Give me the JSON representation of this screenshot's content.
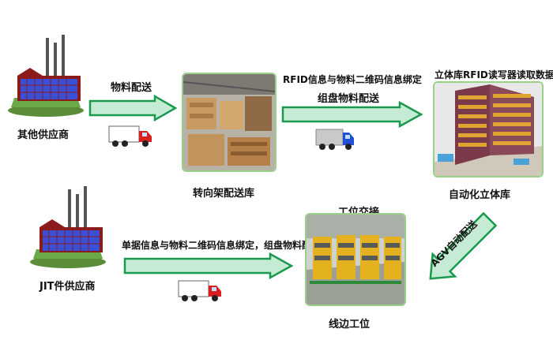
{
  "nodes": {
    "other_supplier": "其他供应商",
    "transfer_warehouse": "转向架配送库",
    "auto_warehouse": "自动化立体库",
    "jit_supplier": "JIT件供应商",
    "line_station": "线边工位",
    "station_handover": "工位交接"
  },
  "arrows": {
    "material_delivery": "物料配送",
    "rfid_binding": "RFID信息与物料二维码信息绑定",
    "group_delivery": "组盘物料配送",
    "rfid_reader": "立体库RFID读写器读取数据",
    "agv_delivery": "AGV自动配送",
    "doc_binding": "单据信息与物料二维码信息绑定，组盘物料配送"
  },
  "icons": {
    "factory": "factory-icon",
    "truck": "truck-icon",
    "arrow": "green-arrow-icon"
  },
  "colors": {
    "arrow_fill": "#c6ebd5",
    "arrow_stroke": "#1a9a4c",
    "factory_blue": "#3a4fd8",
    "factory_red": "#8b1a1a",
    "truck_red": "#d81e1e",
    "truck_blue": "#1f4fd8",
    "frame_green": "#9bd08a"
  }
}
